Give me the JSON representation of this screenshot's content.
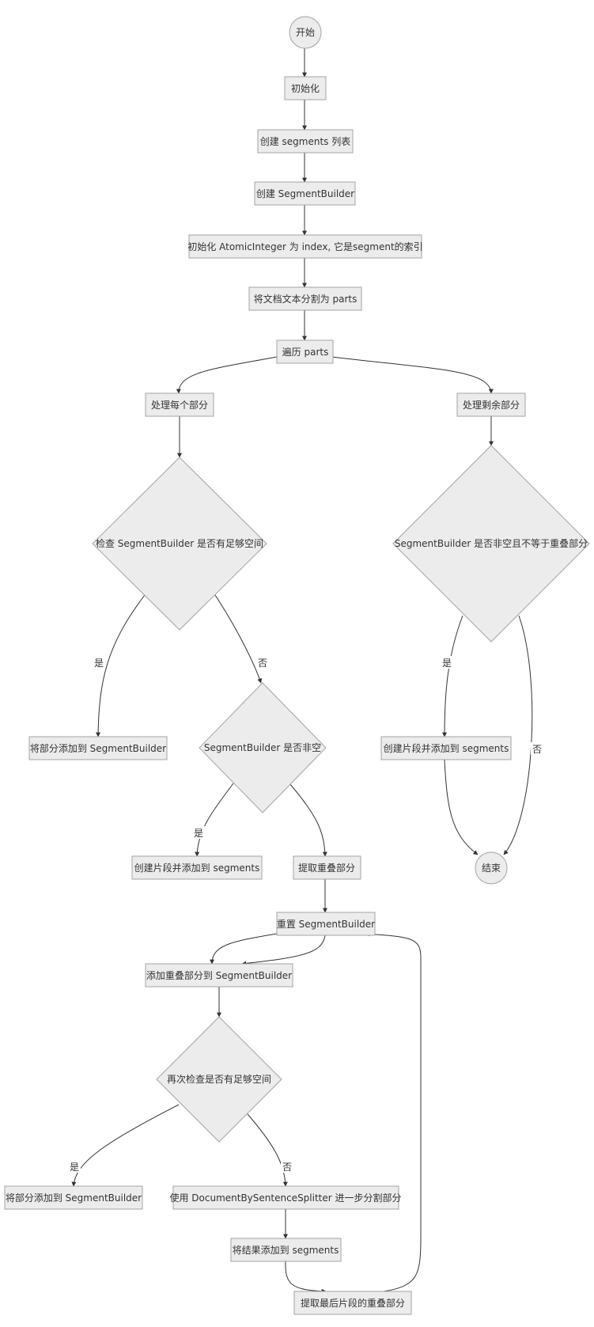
{
  "nodes": {
    "start": "开始",
    "init": "初始化",
    "create_segments": "创建 segments 列表",
    "create_builder": "创建 SegmentBuilder",
    "init_index": "初始化 AtomicInteger 为 index, 它是segment的索引",
    "split_parts": "将文档文本分割为 parts",
    "iterate_parts": "遍历 parts",
    "process_each": "处理每个部分",
    "process_remaining": "处理剩余部分",
    "check_space": "检查 SegmentBuilder 是否有足够空间",
    "builder_not_empty_not_overlap": "SegmentBuilder 是否非空且不等于重叠部分",
    "add_part_1": "将部分添加到 SegmentBuilder",
    "builder_not_empty": "SegmentBuilder 是否非空",
    "create_segment_add_right": "创建片段并添加到 segments",
    "end": "结束",
    "create_segment_add_left": "创建片段并添加到 segments",
    "extract_overlap": "提取重叠部分",
    "reset_builder": "重置 SegmentBuilder",
    "add_overlap": "添加重叠部分到 SegmentBuilder",
    "recheck_space": "再次检查是否有足够空间",
    "add_part_2": "将部分添加到 SegmentBuilder",
    "use_splitter": "使用 DocumentBySentenceSplitter 进一步分割部分",
    "add_results": "将结果添加到 segments",
    "extract_last_overlap": "提取最后片段的重叠部分"
  },
  "edge_labels": {
    "yes": "是",
    "no": "否"
  },
  "colors": {
    "node_fill": "#ececec",
    "node_stroke": "#a3a3a3",
    "edge": "#333333",
    "text": "#333333"
  }
}
